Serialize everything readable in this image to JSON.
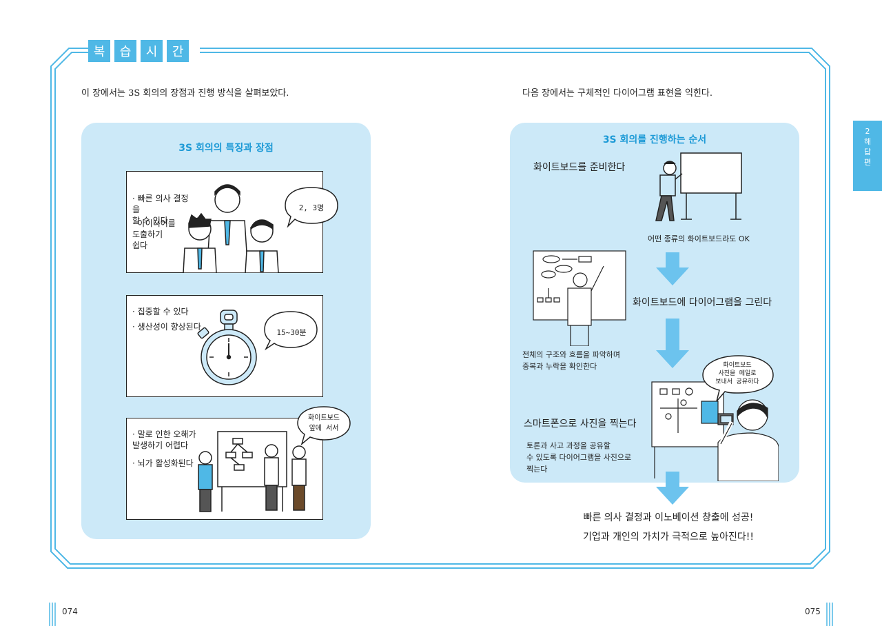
{
  "banner": {
    "chars": [
      "복",
      "습",
      "시",
      "간"
    ]
  },
  "left_page": {
    "intro": "이 장에서는 3S 회의의 장점과 진행 방식을 살펴보았다.",
    "panel_title": "3S 회의의 특징과 장점",
    "card1": {
      "bullets": [
        "빠른 의사 결정을\n할 수 있다",
        "아이디어를\n도출하기\n쉽다"
      ],
      "bubble": "2, 3명"
    },
    "card2": {
      "bullets": [
        "집중할 수 있다",
        "생산성이 향상된다"
      ],
      "bubble": "15~30분"
    },
    "card3": {
      "bullets": [
        "말로 인한 오해가\n발생하기 어렵다",
        "뇌가 활성화된다"
      ],
      "bubble": "화이트보드\n앞에 서서"
    },
    "page_number": "074"
  },
  "right_page": {
    "intro": "다음 장에서는 구체적인 다이어그램 표현을 익힌다.",
    "panel_title": "3S 회의를 진행하는 순서",
    "step1": {
      "title": "화이트보드를 준비한다",
      "note": "어떤 종류의 화이트보드라도 OK"
    },
    "step2": {
      "title": "화이트보드에 다이어그램을 그린다",
      "note": "전체의 구조와 흐름을 파악하며\n중복과 누락을 확인한다"
    },
    "step3": {
      "title": "스마트폰으로 사진을 찍는다",
      "note": "토론과 사고 과정을 공유할\n수 있도록 다이어그램을 사진으로\n찍는다",
      "bubble": "화이트보드\n사진을 메일로\n보내서 공유하다"
    },
    "outcome": [
      "빠른 의사 결정과 이노베이션 창출에 성공!",
      "기업과 개인의 가치가 극적으로 높아진다!!"
    ],
    "side_tab": {
      "number": "2",
      "chars": [
        "해",
        "답",
        "편"
      ]
    },
    "page_number": "075"
  },
  "colors": {
    "accent": "#4fb8e6",
    "panel": "#cce9f8",
    "title": "#1d9ad6",
    "arrow": "#6cc3ee"
  }
}
